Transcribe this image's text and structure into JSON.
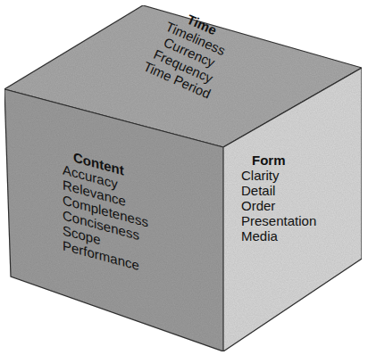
{
  "diagram": {
    "nodes": [
      {
        "text": [
          "Time",
          "Timeliness",
          "Currency",
          "Frequency",
          "Time Period"
        ]
      },
      {
        "text": [
          "Content",
          "Accuracy",
          "Relevance",
          "Completeness",
          "Conciseness",
          "Scope",
          "Performance"
        ]
      },
      {
        "text": [
          "Form",
          "Clarity",
          "Detail",
          "Order",
          "Presentation",
          "Media"
        ]
      }
    ]
  }
}
